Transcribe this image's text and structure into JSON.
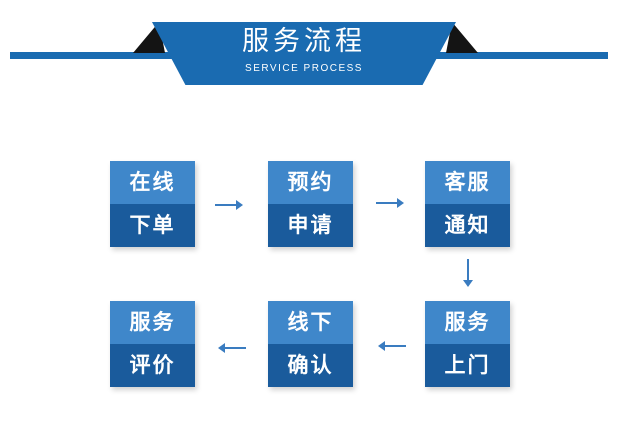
{
  "header": {
    "title": "服务流程",
    "subtitle": "SERVICE PROCESS"
  },
  "colors": {
    "brand_blue": "#1a6bb1",
    "box_light": "#3f87ca",
    "box_dark": "#1a5b9c",
    "triangle": "#141414",
    "arrow": "#3a7cc0"
  },
  "steps": [
    {
      "line1": "在线",
      "line2": "下单"
    },
    {
      "line1": "预约",
      "line2": "申请"
    },
    {
      "line1": "客服",
      "line2": "通知"
    },
    {
      "line1": "服务",
      "line2": "上门"
    },
    {
      "line1": "线下",
      "line2": "确认"
    },
    {
      "line1": "服务",
      "line2": "评价"
    }
  ]
}
